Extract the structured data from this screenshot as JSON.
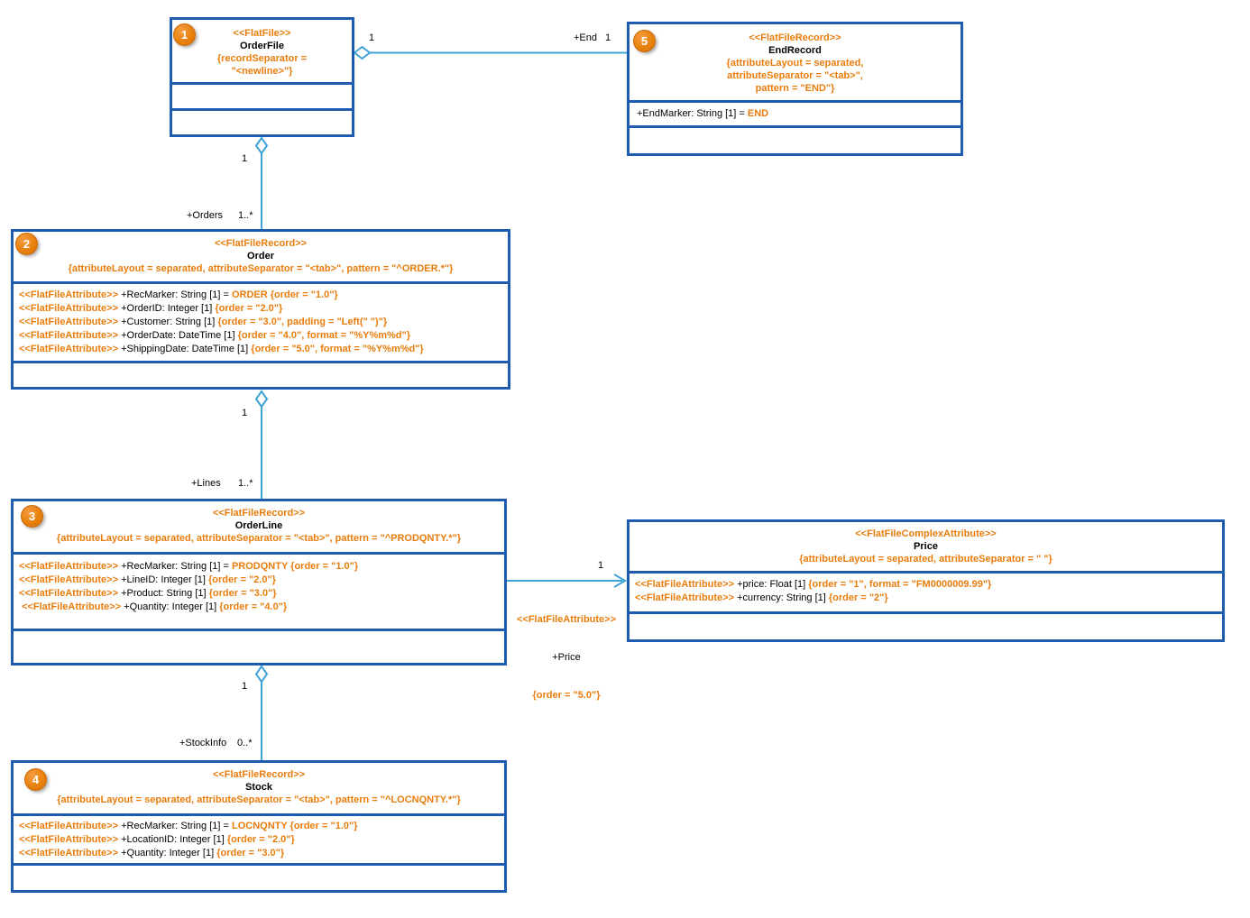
{
  "diagram": {
    "colors": {
      "box_border": "#1f5cb0",
      "connector": "#3fa3d6",
      "stereotype_orange": "#e87d0d",
      "badge_orange": "#e8820e",
      "text": "#000000",
      "background": "#ffffff"
    }
  },
  "classes": [
    {
      "badge": "1",
      "stereotype": "<<FlatFile>>",
      "name": "OrderFile",
      "constraint": "{recordSeparator =\n\"<newline>\"}",
      "attributes": []
    },
    {
      "badge": "2",
      "stereotype": "<<FlatFileRecord>>",
      "name": "Order",
      "constraint": "{attributeLayout = separated, attributeSeparator = \"<tab>\", pattern = \"^ORDER.*\"}",
      "attributes": [
        [
          {
            "t": "<<FlatFileAttribute>>",
            "c": "o"
          },
          {
            "t": " +RecMarker: String [1] = ",
            "c": "k"
          },
          {
            "t": "ORDER {order = \"1.0\"}",
            "c": "o"
          }
        ],
        [
          {
            "t": "<<FlatFileAttribute>>",
            "c": "o"
          },
          {
            "t": " +OrderID: Integer [1] ",
            "c": "k"
          },
          {
            "t": "{order = \"2.0\"}",
            "c": "o"
          }
        ],
        [
          {
            "t": "<<FlatFileAttribute>>",
            "c": "o"
          },
          {
            "t": " +Customer: String [1] ",
            "c": "k"
          },
          {
            "t": "{order = \"3.0\", padding = \"Left(\" \")\"}",
            "c": "o"
          }
        ],
        [
          {
            "t": "<<FlatFileAttribute>>",
            "c": "o"
          },
          {
            "t": " +OrderDate: DateTime [1] ",
            "c": "k"
          },
          {
            "t": "{order = \"4.0\", format = \"%Y%m%d\"}",
            "c": "o"
          }
        ],
        [
          {
            "t": "<<FlatFileAttribute>>",
            "c": "o"
          },
          {
            "t": " +ShippingDate: DateTime [1] ",
            "c": "k"
          },
          {
            "t": "{order = \"5.0\", format = \"%Y%m%d\"}",
            "c": "o"
          }
        ]
      ]
    },
    {
      "badge": "3",
      "stereotype": "<<FlatFileRecord>>",
      "name": "OrderLine",
      "constraint": "{attributeLayout = separated, attributeSeparator = \"<tab>\", pattern = \"^PRODQNTY.*\"}",
      "attributes": [
        [
          {
            "t": "<<FlatFileAttribute>>",
            "c": "o"
          },
          {
            "t": " +RecMarker: String [1] = ",
            "c": "k"
          },
          {
            "t": "PRODQNTY {order = \"1.0\"}",
            "c": "o"
          }
        ],
        [
          {
            "t": "<<FlatFileAttribute>>",
            "c": "o"
          },
          {
            "t": " +LineID: Integer [1] ",
            "c": "k"
          },
          {
            "t": "{order = \"2.0\"}",
            "c": "o"
          }
        ],
        [
          {
            "t": "<<FlatFileAttribute>>",
            "c": "o"
          },
          {
            "t": " +Product: String [1] ",
            "c": "k"
          },
          {
            "t": "{order = \"3.0\"}",
            "c": "o"
          }
        ],
        [
          {
            "t": " ",
            "c": "k"
          },
          {
            "t": "<<FlatFileAttribute>>",
            "c": "o"
          },
          {
            "t": " +Quantity: Integer [1] ",
            "c": "k"
          },
          {
            "t": "{order = \"4.0\"}",
            "c": "o"
          }
        ]
      ]
    },
    {
      "badge": "4",
      "stereotype": "<<FlatFileRecord>>",
      "name": "Stock",
      "constraint": "{attributeLayout = separated, attributeSeparator = \"<tab>\", pattern = \"^LOCNQNTY.*\"}",
      "attributes": [
        [
          {
            "t": "<<FlatFileAttribute>>",
            "c": "o"
          },
          {
            "t": " +RecMarker: String [1] = ",
            "c": "k"
          },
          {
            "t": "LOCNQNTY {order = \"1.0\"}",
            "c": "o"
          }
        ],
        [
          {
            "t": "<<FlatFileAttribute>>",
            "c": "o"
          },
          {
            "t": " +LocationID: Integer [1] ",
            "c": "k"
          },
          {
            "t": "{order = \"2.0\"}",
            "c": "o"
          }
        ],
        [
          {
            "t": "<<FlatFileAttribute>>",
            "c": "o"
          },
          {
            "t": " +Quantity: Integer [1] ",
            "c": "k"
          },
          {
            "t": "{order = \"3.0\"}",
            "c": "o"
          }
        ]
      ]
    },
    {
      "badge": "5",
      "stereotype": "<<FlatFileRecord>>",
      "name": "EndRecord",
      "constraint": "{attributeLayout = separated,\nattributeSeparator = \"<tab>\",\npattern = \"END\"}",
      "attributes": [
        [
          {
            "t": "+EndMarker: String [1] = ",
            "c": "k"
          },
          {
            "t": "END",
            "c": "o"
          }
        ]
      ]
    },
    {
      "badge": "",
      "stereotype": "<<FlatFileComplexAttribute>>",
      "name": "Price",
      "constraint": "{attributeLayout = separated, attributeSeparator = \" \"}",
      "attributes": [
        [
          {
            "t": "<<FlatFileAttribute>>",
            "c": "o"
          },
          {
            "t": " +price: Float [1] ",
            "c": "k"
          },
          {
            "t": "{order = \"1\", format = \"FM0000009.99\"}",
            "c": "o"
          }
        ],
        [
          {
            "t": "<<FlatFileAttribute>>",
            "c": "o"
          },
          {
            "t": " +currency: String [1] ",
            "c": "k"
          },
          {
            "t": "{order = \"2\"}",
            "c": "o"
          }
        ]
      ]
    }
  ],
  "connectors": {
    "file_end": {
      "source_mult": "1",
      "role": "+End",
      "target_mult": "1"
    },
    "file_orders": {
      "source_mult": "1",
      "role": "+Orders",
      "target_mult": "1..*"
    },
    "order_lines": {
      "source_mult": "1",
      "role": "+Lines",
      "target_mult": "1..*"
    },
    "line_stock": {
      "source_mult": "1",
      "role": "+StockInfo",
      "target_mult": "0..*"
    },
    "line_price": {
      "target_mult": "1",
      "stereotype": "<<FlatFileAttribute>>",
      "role": "+Price",
      "constraint": "{order = \"5.0\"}"
    }
  }
}
